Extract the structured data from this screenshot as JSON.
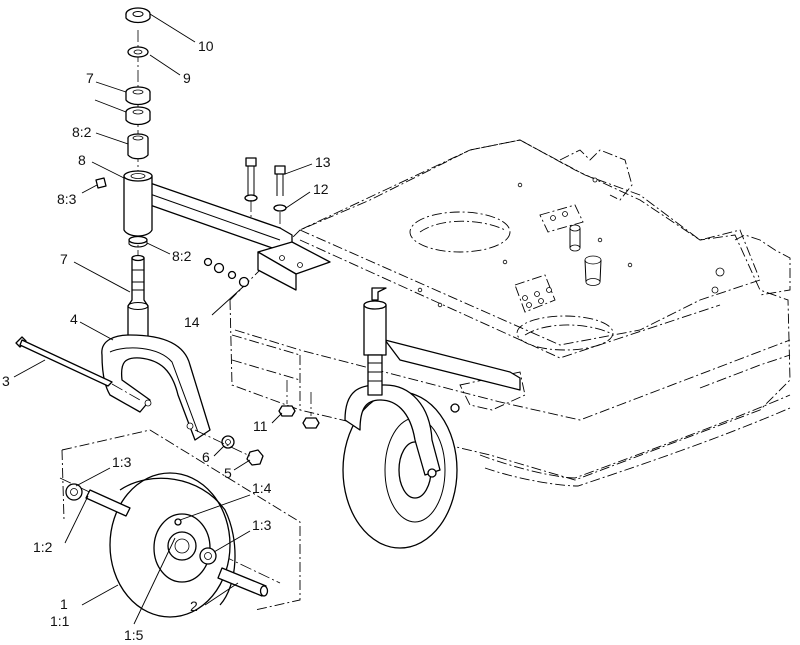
{
  "callouts": [
    {
      "id": "c10",
      "text": "10"
    },
    {
      "id": "c9",
      "text": "9"
    },
    {
      "id": "c7a",
      "text": "7"
    },
    {
      "id": "c82a",
      "text": "8:2"
    },
    {
      "id": "c8",
      "text": "8"
    },
    {
      "id": "c83",
      "text": "8:3"
    },
    {
      "id": "c82b",
      "text": "8:2"
    },
    {
      "id": "c7b",
      "text": "7"
    },
    {
      "id": "c4",
      "text": "4"
    },
    {
      "id": "c3",
      "text": "3"
    },
    {
      "id": "c13",
      "text": "13"
    },
    {
      "id": "c12",
      "text": "12"
    },
    {
      "id": "c14",
      "text": "14"
    },
    {
      "id": "c11",
      "text": "11"
    },
    {
      "id": "c6",
      "text": "6"
    },
    {
      "id": "c5",
      "text": "5"
    },
    {
      "id": "c13a",
      "text": "1:3"
    },
    {
      "id": "c14b",
      "text": "1:4"
    },
    {
      "id": "c13b",
      "text": "1:3"
    },
    {
      "id": "c12w",
      "text": "1:2"
    },
    {
      "id": "c1",
      "text": "1"
    },
    {
      "id": "c11w",
      "text": "1:1"
    },
    {
      "id": "c2",
      "text": "2"
    },
    {
      "id": "c15",
      "text": "1:5"
    }
  ]
}
